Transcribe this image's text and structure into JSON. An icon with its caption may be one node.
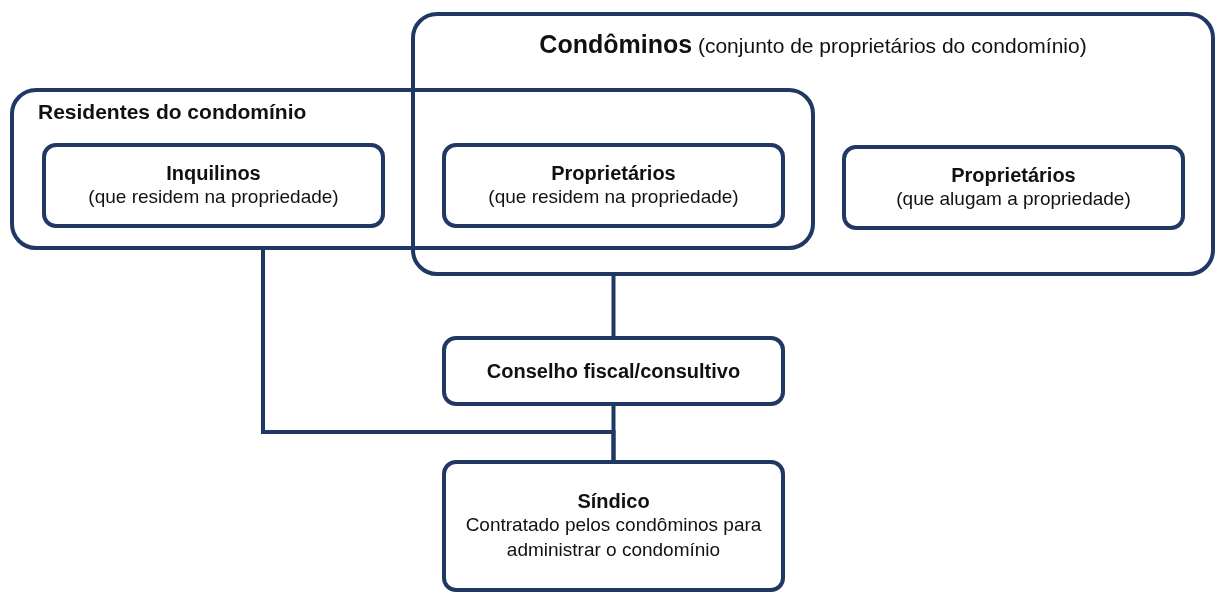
{
  "diagram": {
    "nodes": [
      {
        "text": [
          "**Condôminos** (conjunto de proprietários do condomínio)"
        ]
      },
      {
        "text": [
          "Residentes do condomínio"
        ]
      },
      {
        "text": [
          "Inquilinos",
          "(que residem na propriedade)"
        ],
        "in": 1
      },
      {
        "text": [
          "Proprietários",
          "(que residem na propriedade)"
        ]
      },
      {
        "text": [
          "Proprietários",
          "(que alugam a propriedade)"
        ],
        "in": 0
      },
      {
        "text": [
          "Conselho fiscal/consultivo"
        ]
      },
      {
        "text": [
          "Síndico",
          "Contratado pelos condôminos para administrar o condomínio"
        ]
      }
    ],
    "edges": [
      {
        "from": 0,
        "to": 5,
        "arrow": "none"
      },
      {
        "from": 5,
        "to": 6,
        "arrow": "none"
      },
      {
        "from": 1,
        "to": 6,
        "arrow": "none"
      }
    ]
  }
}
